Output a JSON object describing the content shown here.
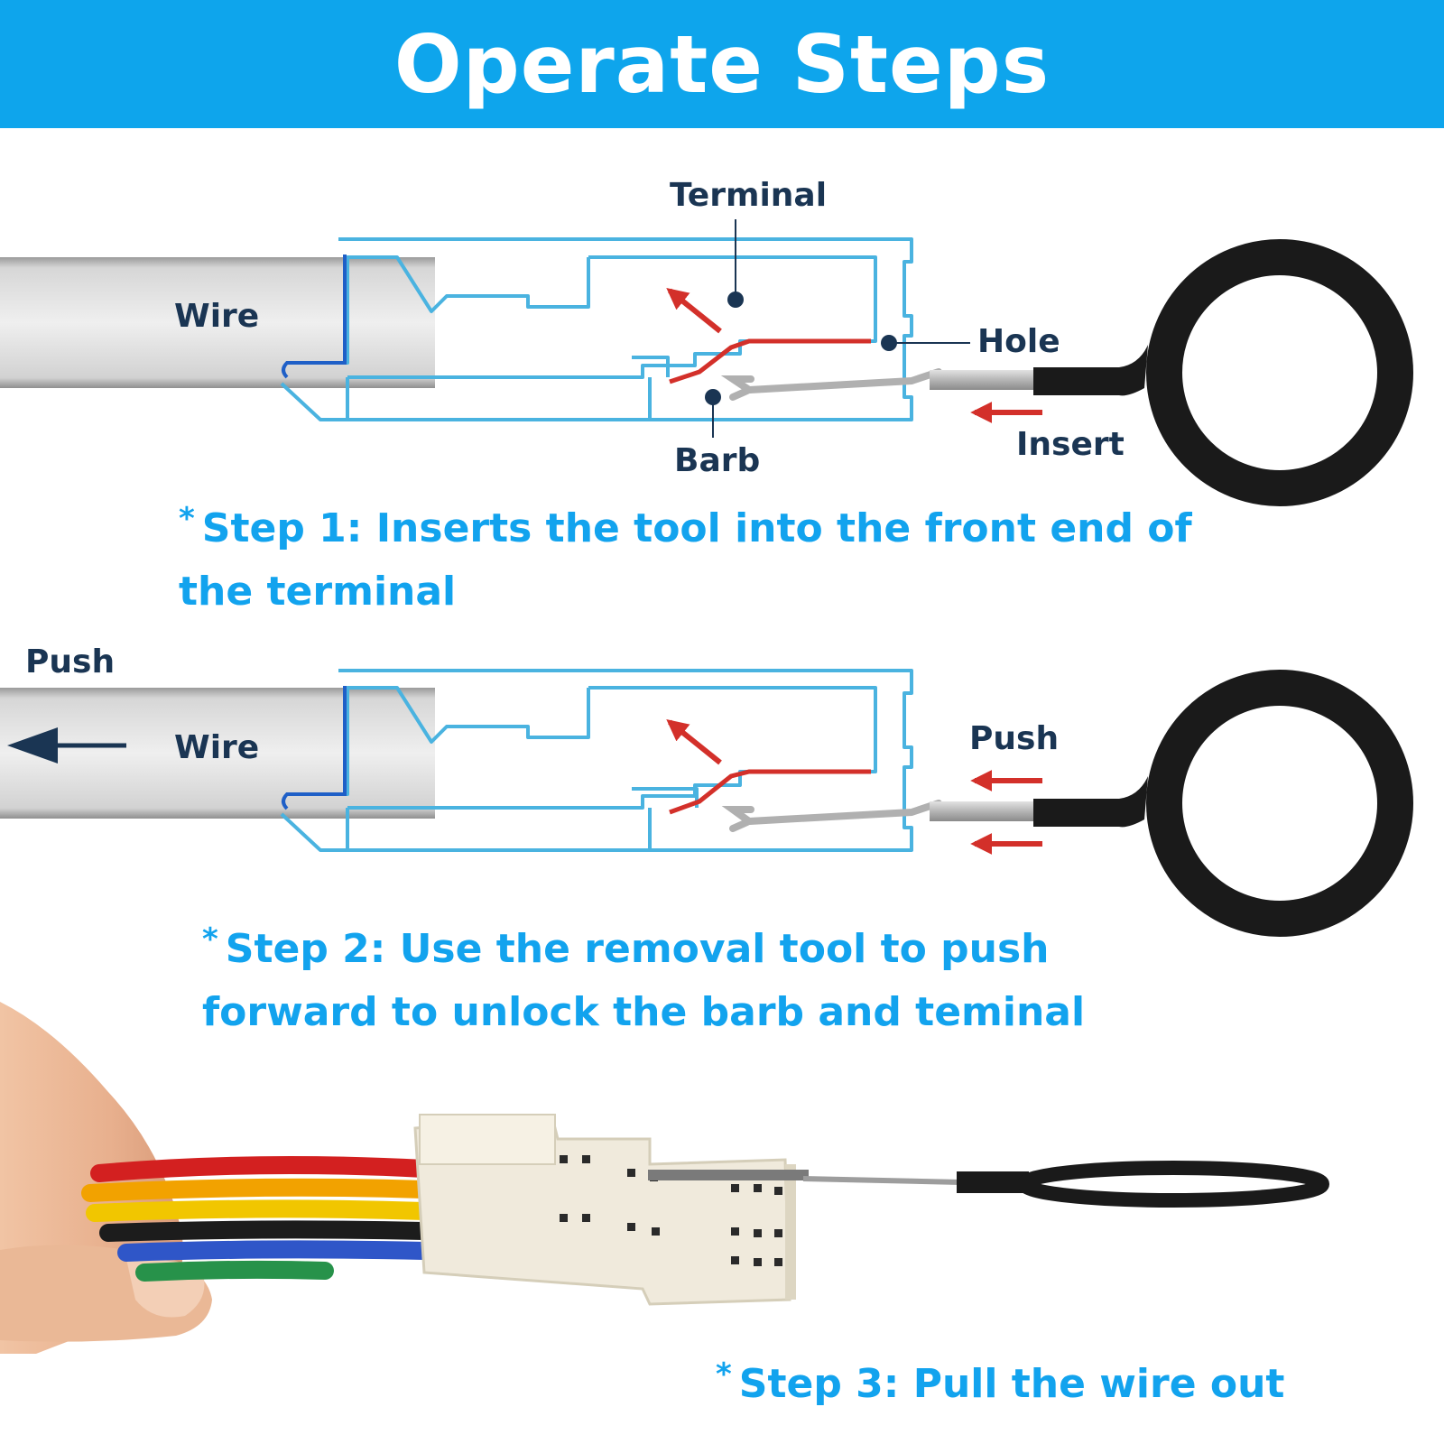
{
  "header": {
    "title": "Operate Steps"
  },
  "colors": {
    "header_bg": "#0ea5ec",
    "outline": "#4ab3e0",
    "wire_edge": "#1f5fc7",
    "contact_red": "#d3302a",
    "label_dark": "#1a3553",
    "step_text": "#12a3ee",
    "tool_black": "#1a1a1a"
  },
  "diagram1": {
    "labels": {
      "terminal": "Terminal",
      "wire": "Wire",
      "hole": "Hole",
      "barb": "Barb",
      "insert": "Insert"
    }
  },
  "step1": {
    "asterisk": "*",
    "line1": "Step 1: Inserts the tool into the front end of",
    "line2": "the terminal"
  },
  "diagram2": {
    "labels": {
      "push_left": "Push",
      "wire": "Wire",
      "push_right": "Push"
    }
  },
  "step2": {
    "asterisk": "*",
    "line1": "Step 2: Use the removal tool to push",
    "line2": "forward to unlock the barb and teminal"
  },
  "step3": {
    "asterisk": "*",
    "line1": "Step 3: Pull the wire out"
  }
}
